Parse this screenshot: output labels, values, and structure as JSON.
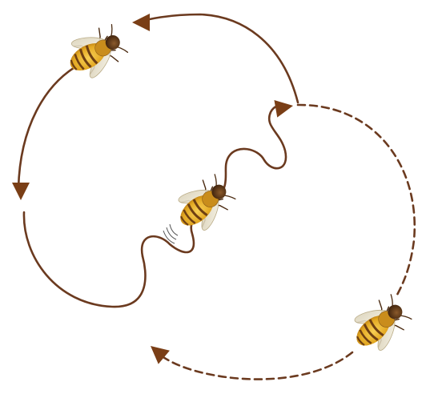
{
  "diagram": {
    "colors": {
      "path": "#6b3a1f",
      "arrow": "#7a3e16",
      "bee_body": "#e3a822",
      "bee_stripe": "#6e3f12",
      "bee_head": "#5a3415",
      "bee_wing": "#e9e3cf"
    },
    "icons": [
      "bee-icon",
      "arrowhead-icon"
    ],
    "elements": {
      "solid_paths": 3,
      "dashed_paths": 2,
      "bees": 3,
      "arrowheads": 4
    }
  }
}
